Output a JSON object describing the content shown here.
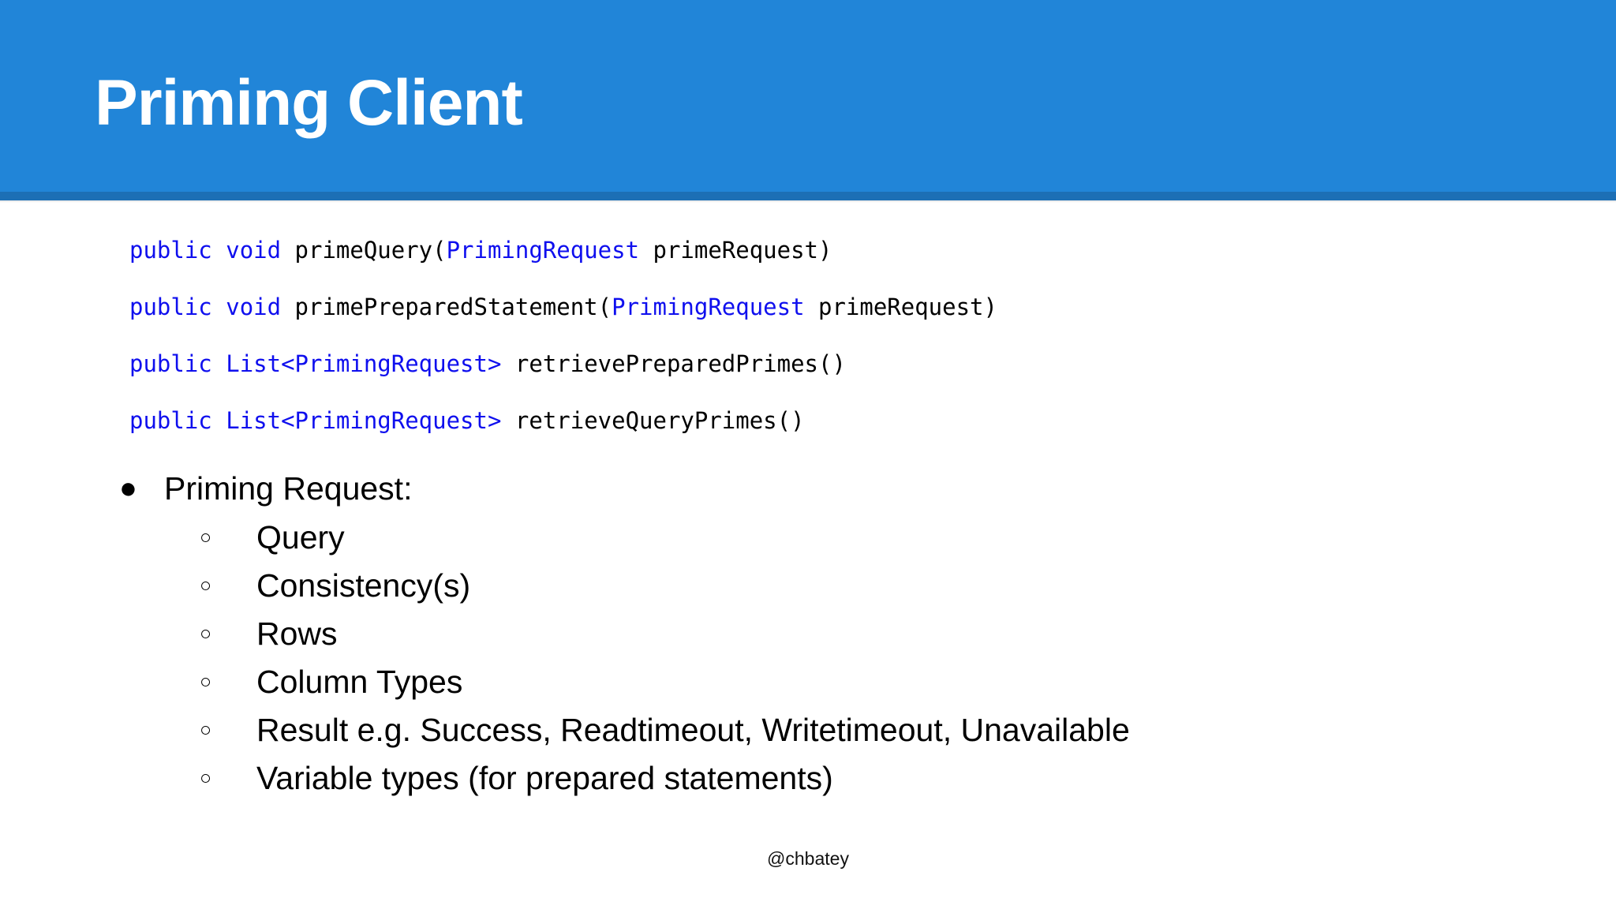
{
  "slide": {
    "title": "Priming Client",
    "footer": "@chbatey",
    "colors": {
      "header_blue": "#2185D8",
      "header_underbar_blue": "#1C6FB5",
      "code_keyword_blue": "#0F0FEE",
      "text_black": "#000000",
      "background_white": "#FFFFFF"
    }
  },
  "code": {
    "lines": [
      {
        "tokens": [
          {
            "text": "public",
            "kind": "keyword"
          },
          {
            "text": " ",
            "kind": "plain"
          },
          {
            "text": "void",
            "kind": "keyword"
          },
          {
            "text": " primeQuery(",
            "kind": "plain"
          },
          {
            "text": "PrimingRequest",
            "kind": "keyword"
          },
          {
            "text": " primeRequest)",
            "kind": "plain"
          }
        ],
        "plain": "public void primeQuery(PrimingRequest primeRequest)"
      },
      {
        "tokens": [
          {
            "text": "public",
            "kind": "keyword"
          },
          {
            "text": " ",
            "kind": "plain"
          },
          {
            "text": "void",
            "kind": "keyword"
          },
          {
            "text": " primePreparedStatement(",
            "kind": "plain"
          },
          {
            "text": "PrimingRequest",
            "kind": "keyword"
          },
          {
            "text": " primeRequest)",
            "kind": "plain"
          }
        ],
        "plain": "public void primePreparedStatement(PrimingRequest primeRequest)"
      },
      {
        "tokens": [
          {
            "text": "public",
            "kind": "keyword"
          },
          {
            "text": " ",
            "kind": "plain"
          },
          {
            "text": "List<PrimingRequest>",
            "kind": "keyword"
          },
          {
            "text": " retrievePreparedPrimes()",
            "kind": "plain"
          }
        ],
        "plain": "public List<PrimingRequest> retrievePreparedPrimes()"
      },
      {
        "tokens": [
          {
            "text": "public",
            "kind": "keyword"
          },
          {
            "text": " ",
            "kind": "plain"
          },
          {
            "text": "List<PrimingRequest>",
            "kind": "keyword"
          },
          {
            "text": " retrieveQueryPrimes()",
            "kind": "plain"
          }
        ],
        "plain": "public List<PrimingRequest> retrieveQueryPrimes()"
      }
    ]
  },
  "bullets": {
    "marker_level1": "●",
    "marker_level2": "○",
    "items": [
      {
        "label": "Priming Request:",
        "children": [
          {
            "label": "Query"
          },
          {
            "label": "Consistency(s)"
          },
          {
            "label": "Rows"
          },
          {
            "label": "Column Types"
          },
          {
            "label": "Result e.g. Success, Readtimeout, Writetimeout, Unavailable"
          },
          {
            "label": "Variable types (for prepared statements)"
          }
        ]
      }
    ]
  }
}
